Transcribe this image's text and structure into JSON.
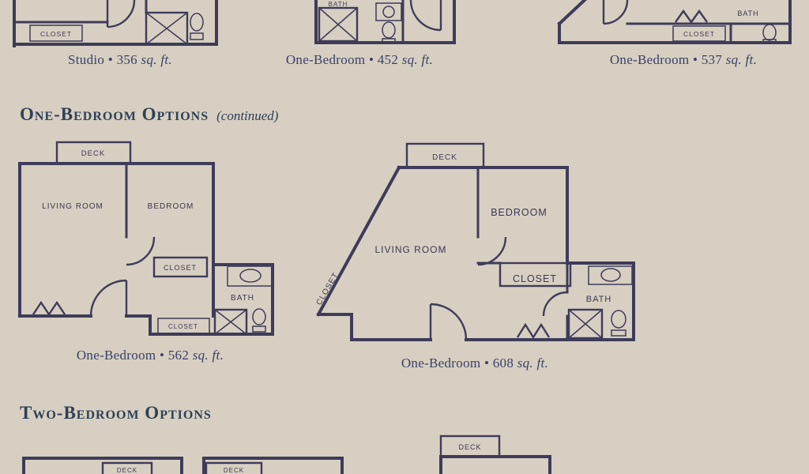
{
  "colors": {
    "background": "#d7cfc1",
    "ink": "#3f3b59",
    "heading": "#2e4057"
  },
  "headings": {
    "one_bedroom": {
      "title": "One-Bedroom Options",
      "suffix": "(continued)"
    },
    "two_bedroom": {
      "title": "Two-Bedroom Options"
    }
  },
  "plans": {
    "studio": {
      "caption_main": "Studio • 356",
      "caption_unit": "sq. ft.",
      "closet": "CLOSET"
    },
    "bed452": {
      "caption_main": "One-Bedroom • 452",
      "caption_unit": "sq. ft.",
      "bath": "BATH"
    },
    "bed537": {
      "caption_main": "One-Bedroom • 537",
      "caption_unit": "sq. ft.",
      "closet": "CLOSET",
      "bath": "BATH"
    },
    "bed562": {
      "caption_main": "One-Bedroom • 562",
      "caption_unit": "sq. ft.",
      "deck": "DECK",
      "living": "LIVING ROOM",
      "bedroom": "BEDROOM",
      "closet_upper": "CLOSET",
      "closet_lower": "CLOSET",
      "bath": "BATH"
    },
    "bed608": {
      "caption_main": "One-Bedroom • 608",
      "caption_unit": "sq. ft.",
      "deck": "DECK",
      "living": "LIVING ROOM",
      "bedroom": "BEDROOM",
      "closet_box": "CLOSET",
      "closet_slant": "CLOSET",
      "bath": "BATH"
    },
    "partial_a": {
      "deck": "DECK"
    },
    "partial_b": {
      "deck": "DECK"
    },
    "partial_c": {
      "deck": "DECK"
    }
  }
}
